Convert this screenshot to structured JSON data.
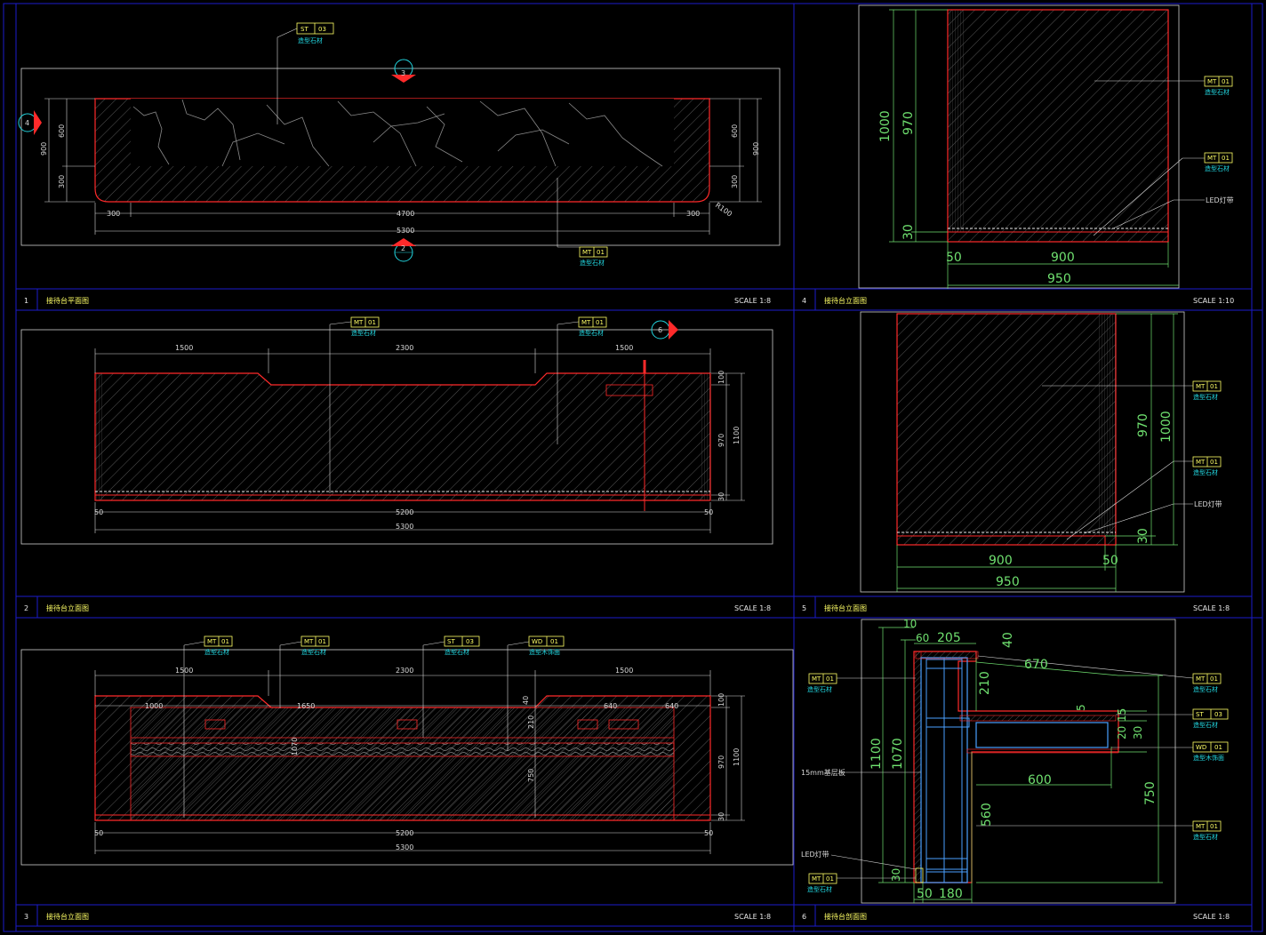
{
  "colors": {
    "background": "#000000",
    "frame": "#1b1bcc",
    "outline": "#ff2a2a",
    "hatch": "#6a6a6a",
    "dimension": "#6fe06f",
    "tag": "#ffff66",
    "note": "#22d6e0"
  },
  "panels": [
    {
      "num": "1",
      "title": "接待台平面图",
      "scale": "SCALE 1:8"
    },
    {
      "num": "2",
      "title": "接待台立面图",
      "scale": "SCALE 1:8"
    },
    {
      "num": "3",
      "title": "接待台立面图",
      "scale": "SCALE 1:8"
    },
    {
      "num": "4",
      "title": "接待台立面图",
      "scale": "SCALE 1:10"
    },
    {
      "num": "5",
      "title": "接待台立面图",
      "scale": "SCALE 1:8"
    },
    {
      "num": "6",
      "title": "接待台剖面图",
      "scale": "SCALE 1:8"
    }
  ],
  "plan": {
    "tags": [
      [
        "ST",
        "03"
      ],
      [
        "MT",
        "01"
      ]
    ],
    "notes": [
      "造型石材",
      "造型石材"
    ],
    "section_marks": [
      "3",
      "2",
      "4"
    ],
    "dims": {
      "seg1": "300",
      "seg2": "4700",
      "seg3": "300",
      "total": "5300",
      "left_total": "900",
      "left_top": "600",
      "left_bot": "300",
      "right_top": "600",
      "right_bot": "300",
      "right_total": "900",
      "radius": "R100"
    }
  },
  "elev2": {
    "tags": [
      [
        "MT",
        "01"
      ],
      [
        "MT",
        "01"
      ]
    ],
    "notes": [
      "造型石材",
      "造型石材"
    ],
    "section_mark": "6",
    "dims": {
      "d1": "1500",
      "d2": "2300",
      "d3": "1500",
      "d4": "5200",
      "d5": "5300",
      "h1": "100",
      "h2": "970",
      "h3": "1100",
      "h4": "30",
      "s1": "50",
      "s2": "50"
    }
  },
  "elev3": {
    "tags": [
      [
        "MT",
        "01"
      ],
      [
        "MT",
        "01"
      ],
      [
        "ST",
        "03"
      ],
      [
        "WD",
        "01"
      ]
    ],
    "notes": [
      "造型石材",
      "造型石材",
      "造型石材",
      "造型木饰面"
    ],
    "dims": {
      "d1": "1500",
      "d2": "2300",
      "d3": "1500",
      "i1": "1000",
      "i2": "1650",
      "i3": "640",
      "i4": "640",
      "v1": "40",
      "v2": "210",
      "v3": "750",
      "v4": "1070",
      "d4": "5200",
      "d5": "5300",
      "h1": "100",
      "h2": "970",
      "h3": "1100",
      "h4": "30",
      "s1": "50",
      "s2": "50"
    }
  },
  "elev4": {
    "tags": [
      [
        "MT",
        "01"
      ],
      [
        "MT",
        "01"
      ]
    ],
    "notes": [
      "造型石材",
      "造型石材",
      "LED灯带"
    ],
    "dims": {
      "h1": "1000",
      "h2": "970",
      "h3": "30",
      "w1": "50",
      "w2": "900",
      "w3": "950"
    }
  },
  "elev5": {
    "tags": [
      [
        "MT",
        "01"
      ],
      [
        "MT",
        "01"
      ]
    ],
    "notes": [
      "造型石材",
      "造型石材",
      "LED灯带"
    ],
    "dims": {
      "h1": "970",
      "h2": "1000",
      "h3": "30",
      "w1": "900",
      "w2": "50",
      "w3": "950"
    }
  },
  "section6": {
    "tags": [
      [
        "MT",
        "01"
      ],
      [
        "MT",
        "01"
      ],
      [
        "ST",
        "03"
      ],
      [
        "WD",
        "01"
      ],
      [
        "MT",
        "01"
      ],
      [
        "MT",
        "01"
      ]
    ],
    "notes": [
      "造型石材",
      "造型石材",
      "造型石材",
      "造型木饰面",
      "造型石材",
      "造型石材",
      "15mm基层板",
      "LED灯带"
    ],
    "dims": {
      "a": "60",
      "b": "205",
      "c": "40",
      "d": "670",
      "e": "210",
      "f": "5",
      "g": "15",
      "h": "20",
      "i": "30",
      "j": "600",
      "k": "1100",
      "l": "1070",
      "m": "560",
      "n": "750",
      "o": "30",
      "p": "50",
      "q": "180",
      "r": "10"
    }
  }
}
